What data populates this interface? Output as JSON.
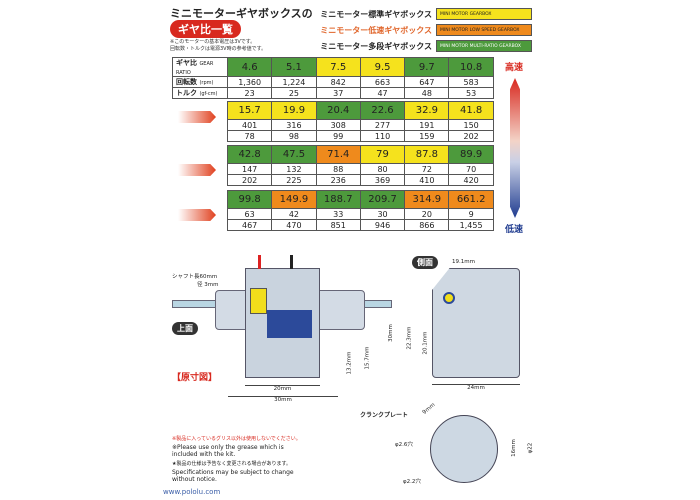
{
  "header": {
    "title": "ミニモーターギヤボックスの",
    "subtitle": "ギヤ比一覧",
    "note1": "※このモーターの基本電圧は3Vです。",
    "note2": "回転数・トルクは電源3V時の参考値です。"
  },
  "legend": [
    {
      "jp": "ミニモーター標準ギヤボックス",
      "en": "MINI MOTOR GEARBOX",
      "color": "#f5e21d"
    },
    {
      "jp": "ミニモーター低速ギヤボックス",
      "en": "MINI MOTOR LOW SPEED GEARBOX",
      "color": "#ef8a1c"
    },
    {
      "jp": "ミニモーター多段ギヤボックス",
      "en": "MINI MOTOR MULTI-RATIO GEARBOX",
      "color": "#4d9a3c"
    }
  ],
  "table": {
    "labels": {
      "ratio": "ギヤ比",
      "ratio_en": "GEAR RATIO",
      "rpm": "回転数",
      "rpm_unit": "(rpm)",
      "torque": "トルク",
      "torque_unit": "(gf-cm)"
    },
    "groups": [
      {
        "ratios": [
          "4.6",
          "5.1",
          "7.5",
          "9.5",
          "9.7",
          "10.8"
        ],
        "types": [
          "G",
          "G",
          "Y",
          "Y",
          "G",
          "G"
        ],
        "rpm": [
          "1,360",
          "1,224",
          "842",
          "663",
          "647",
          "583"
        ],
        "torque": [
          "23",
          "25",
          "37",
          "47",
          "48",
          "53"
        ]
      },
      {
        "ratios": [
          "15.7",
          "19.9",
          "20.4",
          "22.6",
          "32.9",
          "41.8"
        ],
        "types": [
          "Y",
          "Y",
          "G",
          "G",
          "Y",
          "Y"
        ],
        "rpm": [
          "401",
          "316",
          "308",
          "277",
          "191",
          "150"
        ],
        "torque": [
          "78",
          "98",
          "99",
          "110",
          "159",
          "202"
        ]
      },
      {
        "ratios": [
          "42.8",
          "47.5",
          "71.4",
          "79",
          "87.8",
          "89.9"
        ],
        "types": [
          "G",
          "G",
          "O",
          "Y",
          "Y",
          "G"
        ],
        "rpm": [
          "147",
          "132",
          "88",
          "80",
          "72",
          "70"
        ],
        "torque": [
          "202",
          "225",
          "236",
          "369",
          "410",
          "420"
        ]
      },
      {
        "ratios": [
          "99.8",
          "149.9",
          "188.7",
          "209.7",
          "314.9",
          "661.2"
        ],
        "types": [
          "G",
          "O",
          "G",
          "G",
          "O",
          "O"
        ],
        "rpm": [
          "63",
          "42",
          "33",
          "30",
          "20",
          "9"
        ],
        "torque": [
          "467",
          "470",
          "851",
          "946",
          "866",
          "1,455"
        ]
      }
    ]
  },
  "speed": {
    "high": "高速",
    "low": "低速"
  },
  "top_view": {
    "label": "上面",
    "scale_label": "【原寸図】",
    "shaft": "シャフト長60mm",
    "diameter": "径 3mm",
    "w20": "20mm",
    "w30": "30mm",
    "h132": "13.2mm",
    "h157": "15.7mm",
    "h30": "30mm"
  },
  "side_view": {
    "label": "側面",
    "d191": "19.1mm",
    "d223": "22.3mm",
    "d201": "20.1mm",
    "d24": "24mm"
  },
  "crank": {
    "label": "クランクプレート",
    "d9": "9mm",
    "hole26": "φ2.6穴",
    "hole22": "φ2.2穴",
    "d16": "16mm",
    "d22": "φ22"
  },
  "footer": {
    "grease_jp": "※製品に入っているグリス以外は使用しないでください。",
    "grease_en": "※Please use only the grease which is included with the kit.",
    "spec_jp": "★製品の仕様は予告なく変更される場合があります。",
    "spec_en": "Specifications may be subject to change without notice.",
    "url": "www.pololu.com"
  }
}
